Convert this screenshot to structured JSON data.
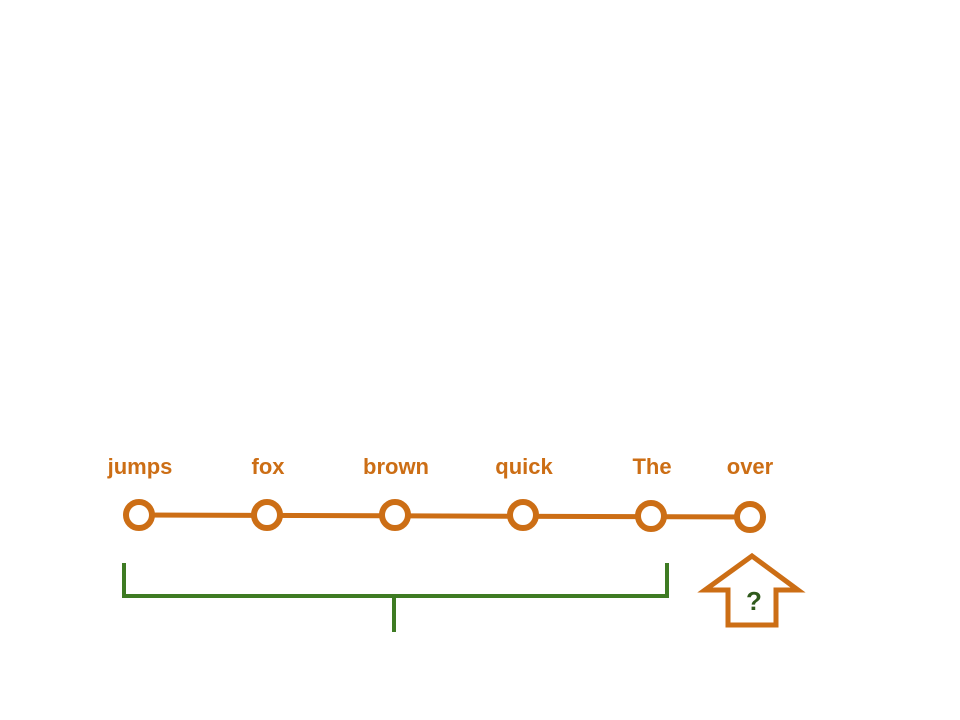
{
  "tokens": [
    {
      "word": "jumps"
    },
    {
      "word": "fox"
    },
    {
      "word": "brown"
    },
    {
      "word": "quick"
    },
    {
      "word": "The"
    },
    {
      "word": "over"
    }
  ],
  "prediction_symbol": "?",
  "colors": {
    "sequence": "#cc6e15",
    "bracket": "#3e7b23",
    "question": "#2f5a1c",
    "background": "#ffffff"
  }
}
